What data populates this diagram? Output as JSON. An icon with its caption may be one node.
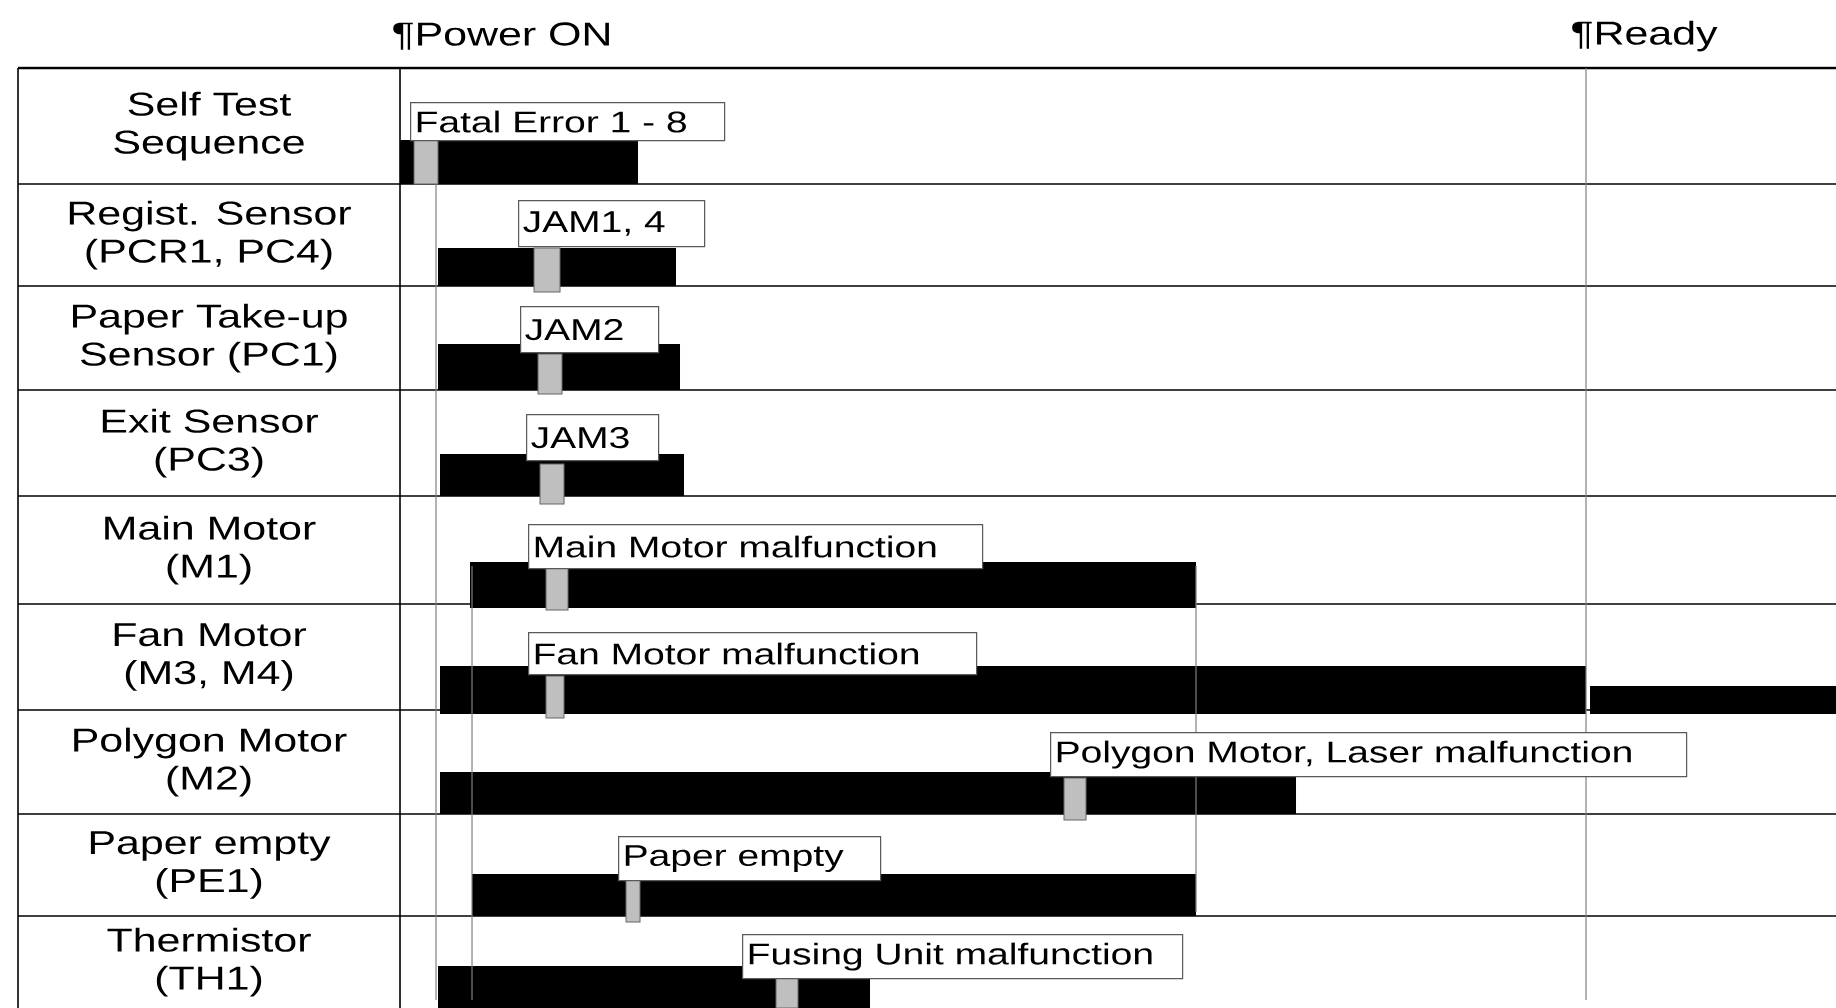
{
  "diagram": {
    "nodes": [
      {
        "text": [
          "Fatal Error 1 - 8"
        ]
      },
      {
        "text": [
          "JAM1, 4"
        ]
      },
      {
        "text": [
          "JAM2"
        ]
      },
      {
        "text": [
          "JAM3"
        ]
      },
      {
        "text": [
          "Main Motor malfunction"
        ]
      },
      {
        "text": [
          "Fan Motor malfunction"
        ]
      },
      {
        "text": [
          "Polygon Motor, Laser malfunction"
        ]
      },
      {
        "text": [
          "Paper empty"
        ]
      },
      {
        "text": [
          "Fusing Unit malfunction"
        ]
      }
    ],
    "labels": [
      "¶Power ON",
      "¶Ready",
      "Self Test Sequence",
      "Regist. Sensor (PCR1, PC4)",
      "Paper Take-up Sensor (PC1)",
      "Exit Sensor (PC3)",
      "Main Motor (M1)",
      "Fan Motor (M3, M4)",
      "Polygon Motor (M2)",
      "Paper empty (PE1)",
      "Thermistor (TH1)"
    ]
  }
}
